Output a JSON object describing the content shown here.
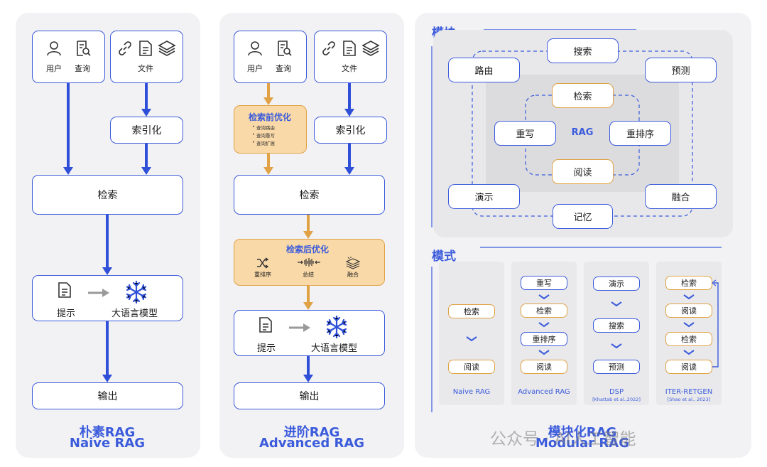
{
  "naive": {
    "user": "用户",
    "query": "查询",
    "files": "文件",
    "indexing": "索引化",
    "retrieval": "检索",
    "prompt": "提示",
    "llm": "大语言模型",
    "output": "输出",
    "title_cn": "朴素RAG",
    "title_en": "Naive RAG"
  },
  "advanced": {
    "user": "用户",
    "query": "查询",
    "files": "文件",
    "indexing": "索引化",
    "pre_title": "检索前优化",
    "pre_items": [
      "查询路由",
      "查询重写",
      "查询扩展"
    ],
    "retrieval": "检索",
    "post_title": "检索后优化",
    "post_items": [
      "重排序",
      "总结",
      "融合"
    ],
    "prompt": "提示",
    "llm": "大语言模型",
    "output": "输出",
    "title_cn": "进阶RAG",
    "title_en": "Advanced RAG"
  },
  "modular": {
    "modules_title": "模块",
    "modules": {
      "search": "搜索",
      "routing": "路由",
      "predict": "预测",
      "retrieve": "检索",
      "rewrite": "重写",
      "rag": "RAG",
      "rerank": "重排序",
      "read": "阅读",
      "demonstrate": "演示",
      "fusion": "融合",
      "memory": "记忆"
    },
    "patterns_title": "模式",
    "patterns": [
      {
        "name": "Naive RAG",
        "cite": "",
        "steps": [
          "检索",
          "阅读"
        ]
      },
      {
        "name": "Advanced RAG",
        "cite": "",
        "steps": [
          "重写",
          "检索",
          "重排序",
          "阅读"
        ]
      },
      {
        "name": "DSP",
        "cite": "[Khattab et al.,2022]",
        "steps": [
          "演示",
          "搜索",
          "预测"
        ]
      },
      {
        "name": "ITER-RETGEN",
        "cite": "[Shao et al., 2023]",
        "steps": [
          "检索",
          "阅读",
          "检索",
          "阅读"
        ]
      }
    ],
    "title_cn": "模块化RAG",
    "title_en": "Modular RAG"
  },
  "watermark": "公众号 · AI人工智能",
  "colors": {
    "blue": "#3b5bdb",
    "orange": "#e0a244",
    "orange_fill": "#f9d9a8",
    "panel": "#f2f2f4"
  }
}
